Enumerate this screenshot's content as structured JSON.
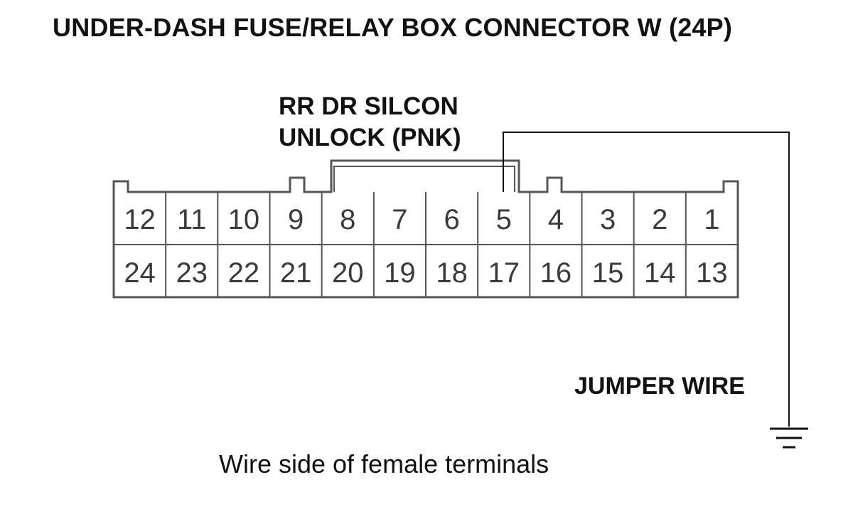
{
  "title": "UNDER-DASH FUSE/RELAY BOX CONNECTOR W (24P)",
  "signal_label": {
    "line1": "RR DR SILCON",
    "line2": "UNLOCK (PNK)"
  },
  "connector": {
    "top_row": [
      "12",
      "11",
      "10",
      "9",
      "8",
      "7",
      "6",
      "5",
      "4",
      "3",
      "2",
      "1"
    ],
    "bottom_row": [
      "24",
      "23",
      "22",
      "21",
      "20",
      "19",
      "18",
      "17",
      "16",
      "15",
      "14",
      "13"
    ],
    "probed_terminal": "5"
  },
  "jumper_label": "JUMPER WIRE",
  "caption": "Wire side of female terminals",
  "colors": {
    "line": "#111111",
    "outline": "#555555",
    "number": "#3a3a3a",
    "background": "#ffffff"
  },
  "ground_icon": "ground-symbol-icon"
}
